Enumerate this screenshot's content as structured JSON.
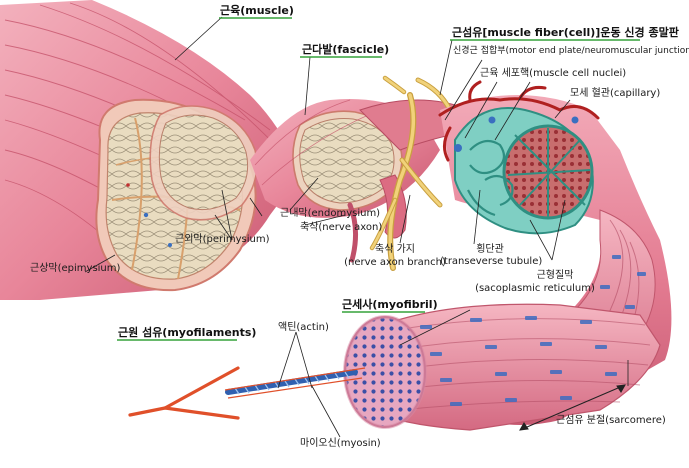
{
  "labels": {
    "muscle": "근육(muscle)",
    "fascicle": "근다발(fascicle)",
    "muscle_fiber": "근섬유[muscle fiber(cell)]운동 신경 종말판",
    "motor_end_plate": "신경근 접합부(motor end plate/neuromuscular junction)",
    "muscle_cell_nuclei": "근육 세포핵(muscle cell nuclei)",
    "capillary": "모세 혈관(capillary)",
    "endomysium": "근내막(endomysium)",
    "nerve_axon": "축삭(nerve axon)",
    "perimysium": "근외막(perimysium)",
    "epimysium": "근상막(epimysium)",
    "nerve_axon_branch_ko": "축삭 가지",
    "nerve_axon_branch_en": "(nerve axon branch)",
    "transverse_tubule_ko": "횡단관",
    "transverse_tubule_en": "(transeverse tubule)",
    "sarcoplasmic_reticulum_ko": "근형질막",
    "sarcoplasmic_reticulum_en": "(sacoplasmic reticulum)",
    "myofibril": "근세사(myofibril)",
    "myofilaments": "근원 섬유(myofilaments)",
    "actin": "액틴(actin)",
    "myosin": "마이오신(myosin)",
    "sarcomere": "근섬유 분절(sarcomere)"
  },
  "colors": {
    "muscle_tissue": "#e8869a",
    "muscle_dark": "#c0506a",
    "fascicle_interior": "#e6d8b8",
    "nerve": "#e8c060",
    "capillary": "#b02020",
    "tubule": "#2f8f82",
    "myofibril_band": "#3e6cc0",
    "actin": "#e0502a",
    "myosin": "#3060b0",
    "title_underline": "#35a23a",
    "leader_line": "#222222"
  }
}
